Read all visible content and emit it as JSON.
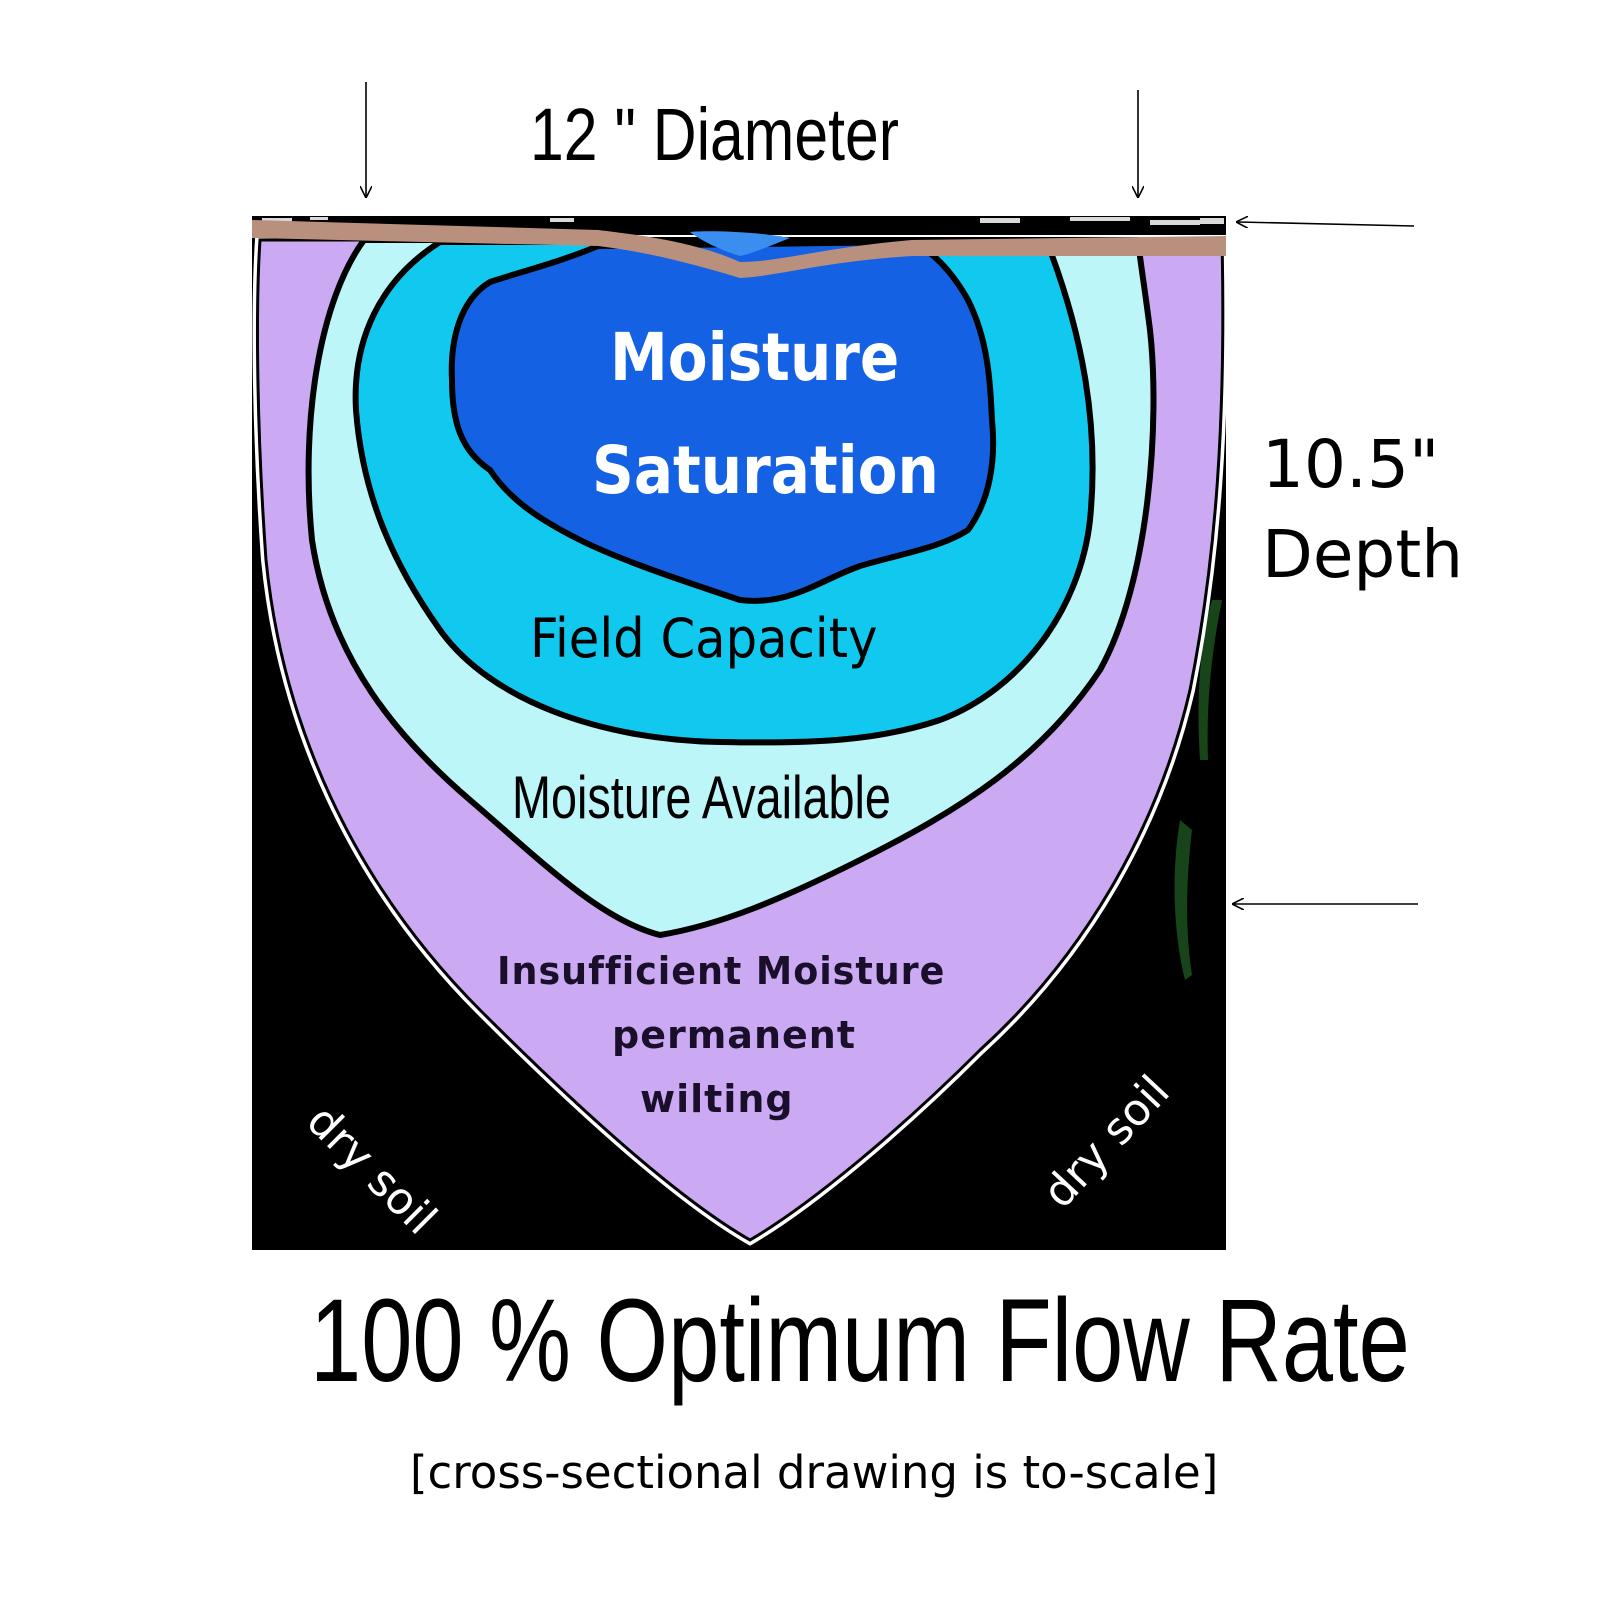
{
  "diameter_label": "12 \" Diameter",
  "depth": {
    "value": "10.5\"",
    "label": "Depth"
  },
  "zones": {
    "saturation_line1": "Moisture",
    "saturation_line2": "Saturation",
    "field_capacity": "Field Capacity",
    "available": "Moisture Available",
    "insufficient_line1": "Insufficient Moisture",
    "insufficient_line2": "permanent",
    "insufficient_line3": "wilting"
  },
  "soil": {
    "left": "dry soil",
    "right": "dry soil"
  },
  "flow_rate_title": "100 % Optimum Flow Rate",
  "footnote": "[cross-sectional drawing is to-scale]",
  "colors": {
    "soil_background": "#000000",
    "surface_strip": "#b98f7e",
    "insufficient_zone": "#cbaaf3",
    "available_zone": "#bdf6f8",
    "field_capacity_zone": "#11c8ef",
    "saturation_zone": "#1462e3",
    "root_green": "#1f5b22"
  },
  "icons": {
    "diameter_markers": "down-arrow-icon",
    "depth_markers": "left-arrow-icon"
  }
}
